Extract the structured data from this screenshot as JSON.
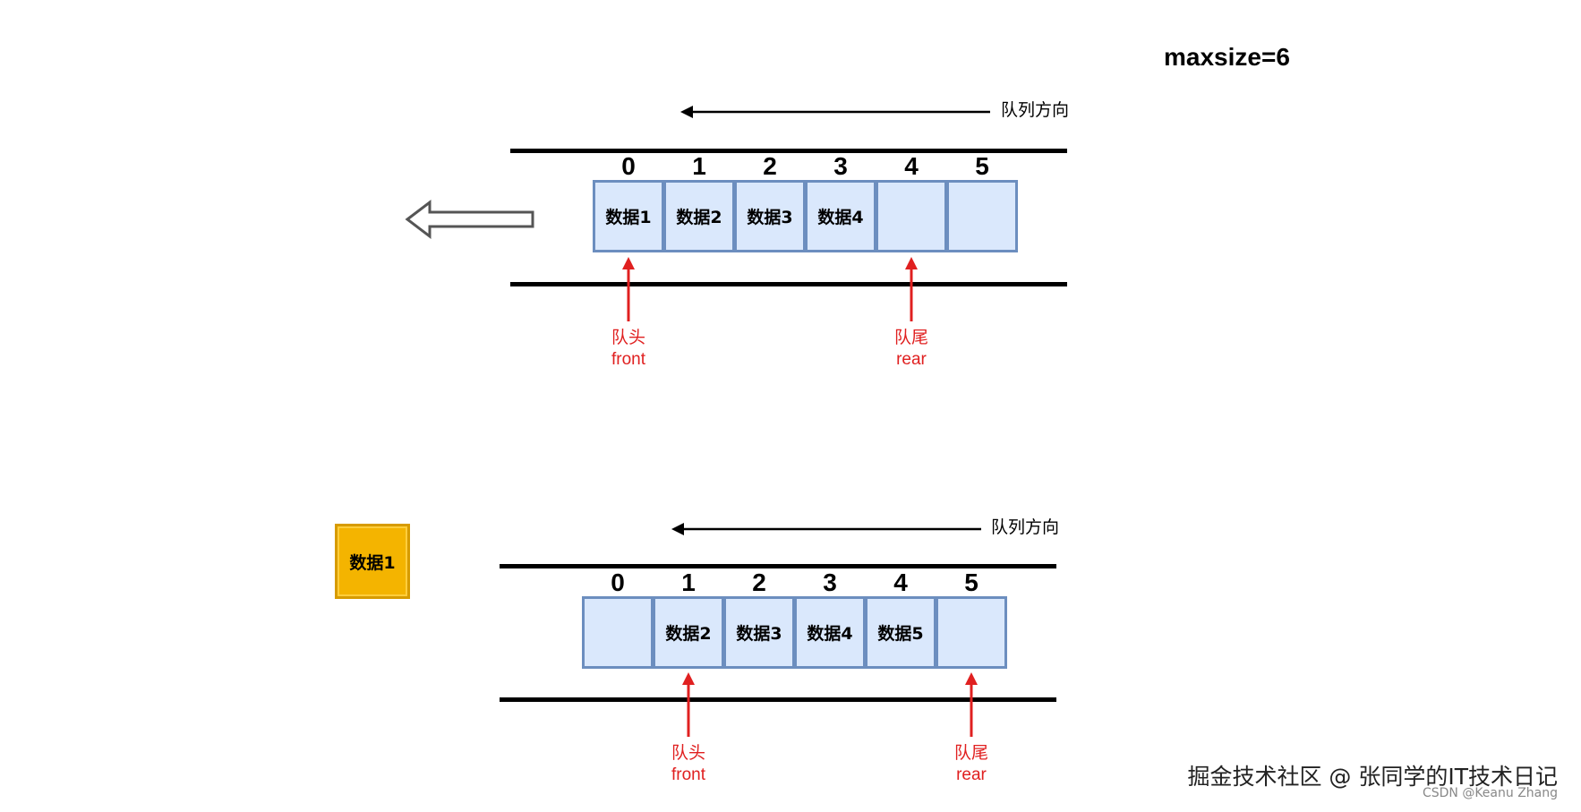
{
  "title": "maxsize=6",
  "direction_label": "队列方向",
  "front_label": "队头",
  "front_sub": "front",
  "rear_label": "队尾",
  "rear_sub": "rear",
  "queue_top": {
    "indices": [
      "0",
      "1",
      "2",
      "3",
      "4",
      "5"
    ],
    "cells": [
      "数据1",
      "数据2",
      "数据3",
      "数据4",
      "",
      ""
    ],
    "front_index": 0,
    "rear_index": 4
  },
  "queue_bottom": {
    "indices": [
      "0",
      "1",
      "2",
      "3",
      "4",
      "5"
    ],
    "cells": [
      "",
      "数据2",
      "数据3",
      "数据4",
      "数据5",
      ""
    ],
    "front_index": 1,
    "rear_index": 5
  },
  "dequeued_item": "数据1",
  "watermark": "掘金技术社区 @ 张同学的IT技术日记",
  "watermark_small": "CSDN @Keanu Zhang",
  "colors": {
    "cell_fill": "#dae8fc",
    "cell_border": "#6c8ebf",
    "pointer": "#e02020",
    "dequeued_fill": "#f4b400"
  }
}
